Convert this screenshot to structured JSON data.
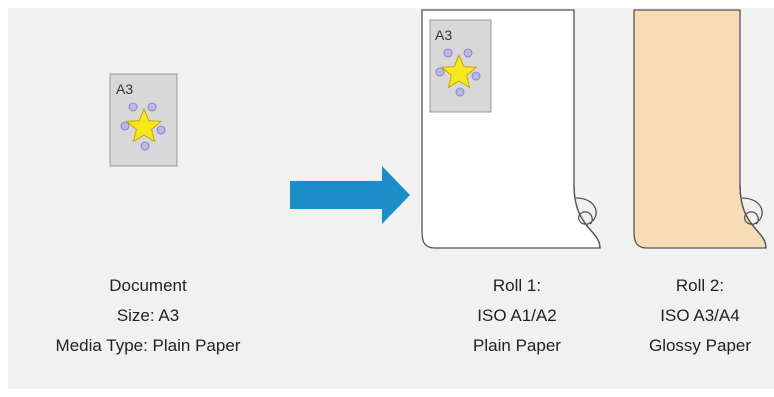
{
  "document": {
    "thumbnail_label": "A3",
    "caption": [
      "Document",
      "Size: A3",
      "Media Type: Plain Paper"
    ]
  },
  "roll1": {
    "thumbnail_label": "A3",
    "caption": [
      "Roll 1:",
      "ISO A1/A2",
      "Plain Paper"
    ]
  },
  "roll2": {
    "caption": [
      "Roll 2:",
      "ISO A3/A4",
      "Glossy Paper"
    ]
  },
  "colors": {
    "background": "#f1f1f1",
    "arrow": "#1b8ec9",
    "plain_paper": "#ffffff",
    "glossy_paper": "#f7dcb6",
    "doc_thumbnail": "#d8d8d8",
    "star": "#f5e81c",
    "dots": "#b8b8ea"
  },
  "icons": [
    "doc-star-icon",
    "right-arrow-icon",
    "paper-roll-icon"
  ]
}
